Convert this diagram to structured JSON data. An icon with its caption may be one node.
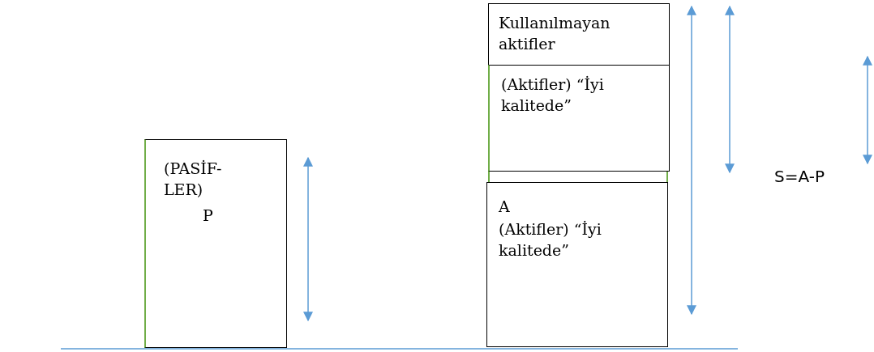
{
  "diagram": {
    "nodes": [
      {
        "text": [
          "(PASİF- LER)",
          "P"
        ]
      },
      {
        "text": [
          "Kullanılmayan aktifler"
        ]
      },
      {
        "text": [
          "(Aktifler) “İyi kalitede”"
        ]
      },
      {
        "text": [
          "A",
          "(Aktifler) “İyi kalitede”"
        ]
      }
    ],
    "labels": [
      "S=A-P"
    ]
  }
}
